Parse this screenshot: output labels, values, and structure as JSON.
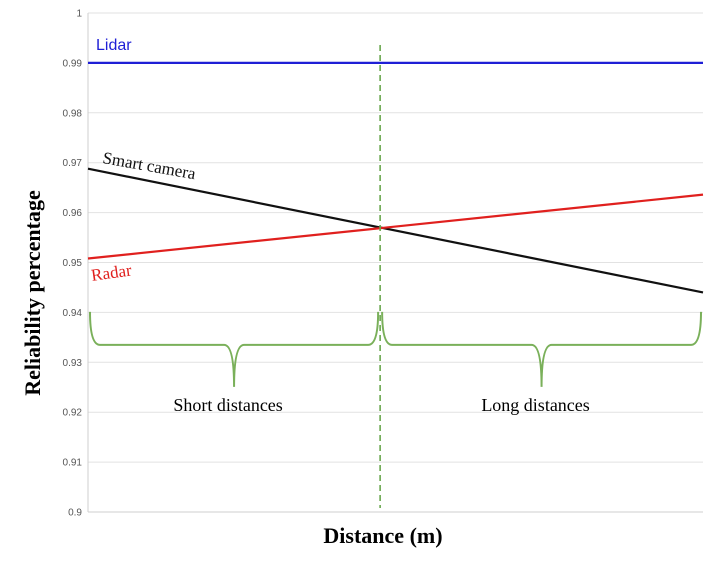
{
  "chart_data": {
    "type": "line",
    "title": "",
    "xlabel": "Distance (m)",
    "ylabel": "Reliability percentage",
    "xlim": [
      0,
      1
    ],
    "ylim": [
      0.9,
      1
    ],
    "yticks": [
      "0.9",
      "0.91",
      "0.92",
      "0.93",
      "0.94",
      "0.95",
      "0.96",
      "0.97",
      "0.98",
      "0.99",
      "1"
    ],
    "grid": true,
    "series": [
      {
        "name": "Lidar",
        "color": "#1f1fd6",
        "x": [
          0,
          1
        ],
        "y": [
          0.99,
          0.99
        ]
      },
      {
        "name": "Smart camera",
        "color": "#111111",
        "x": [
          0,
          1
        ],
        "y": [
          0.9688,
          0.944
        ]
      },
      {
        "name": "Radar",
        "color": "#e0201e",
        "x": [
          0,
          1
        ],
        "y": [
          0.9508,
          0.9636
        ]
      }
    ],
    "annotations": {
      "divider_x": 0.475,
      "divider_color": "#6aa84f",
      "regions": [
        {
          "label": "Short distances",
          "x_start": 0,
          "x_end": 0.475
        },
        {
          "label": "Long distances",
          "x_start": 0.475,
          "x_end": 1
        }
      ],
      "brace_y": 0.9335,
      "brace_color": "#7ab05a"
    }
  }
}
